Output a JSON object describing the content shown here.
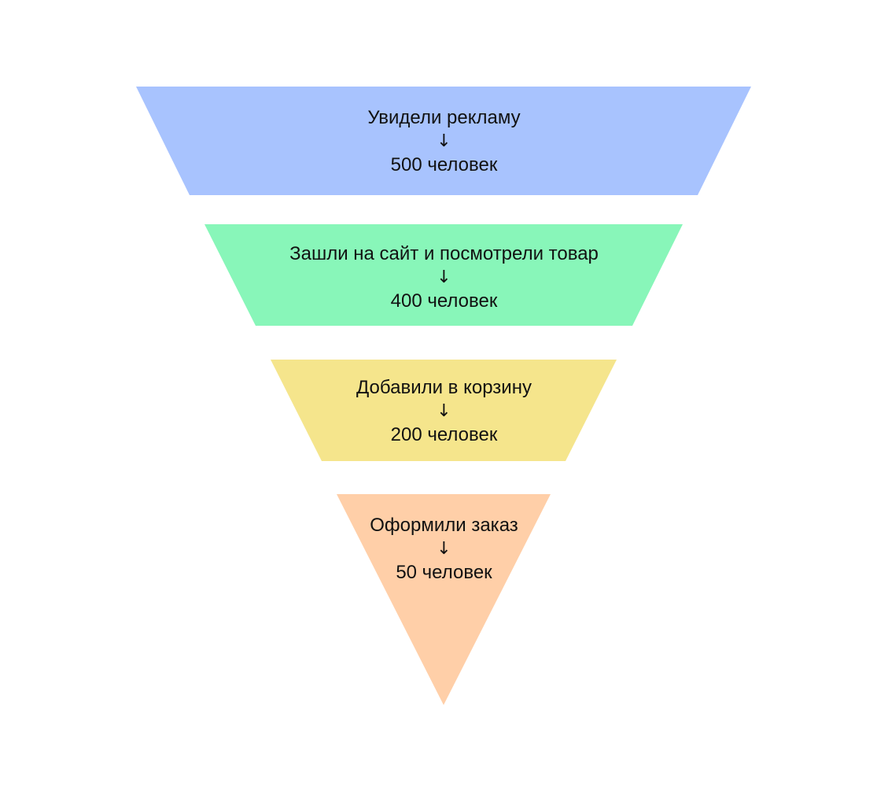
{
  "funnel": {
    "stages": [
      {
        "label": "Увидели рекламу",
        "arrow": "↓",
        "count_text": "500 человек",
        "value": 500,
        "color": "#a8c3fe"
      },
      {
        "label": "Зашли на сайт и посмотрели товар",
        "arrow": "↓",
        "count_text": "400 человек",
        "value": 400,
        "color": "#88f6b9"
      },
      {
        "label": "Добавили в корзину",
        "arrow": "↓",
        "count_text": "200 человек",
        "value": 200,
        "color": "#f5e58c"
      },
      {
        "label": "Оформили заказ",
        "arrow": "↓",
        "count_text": "50 человек",
        "value": 50,
        "color": "#ffcfa8"
      }
    ]
  }
}
